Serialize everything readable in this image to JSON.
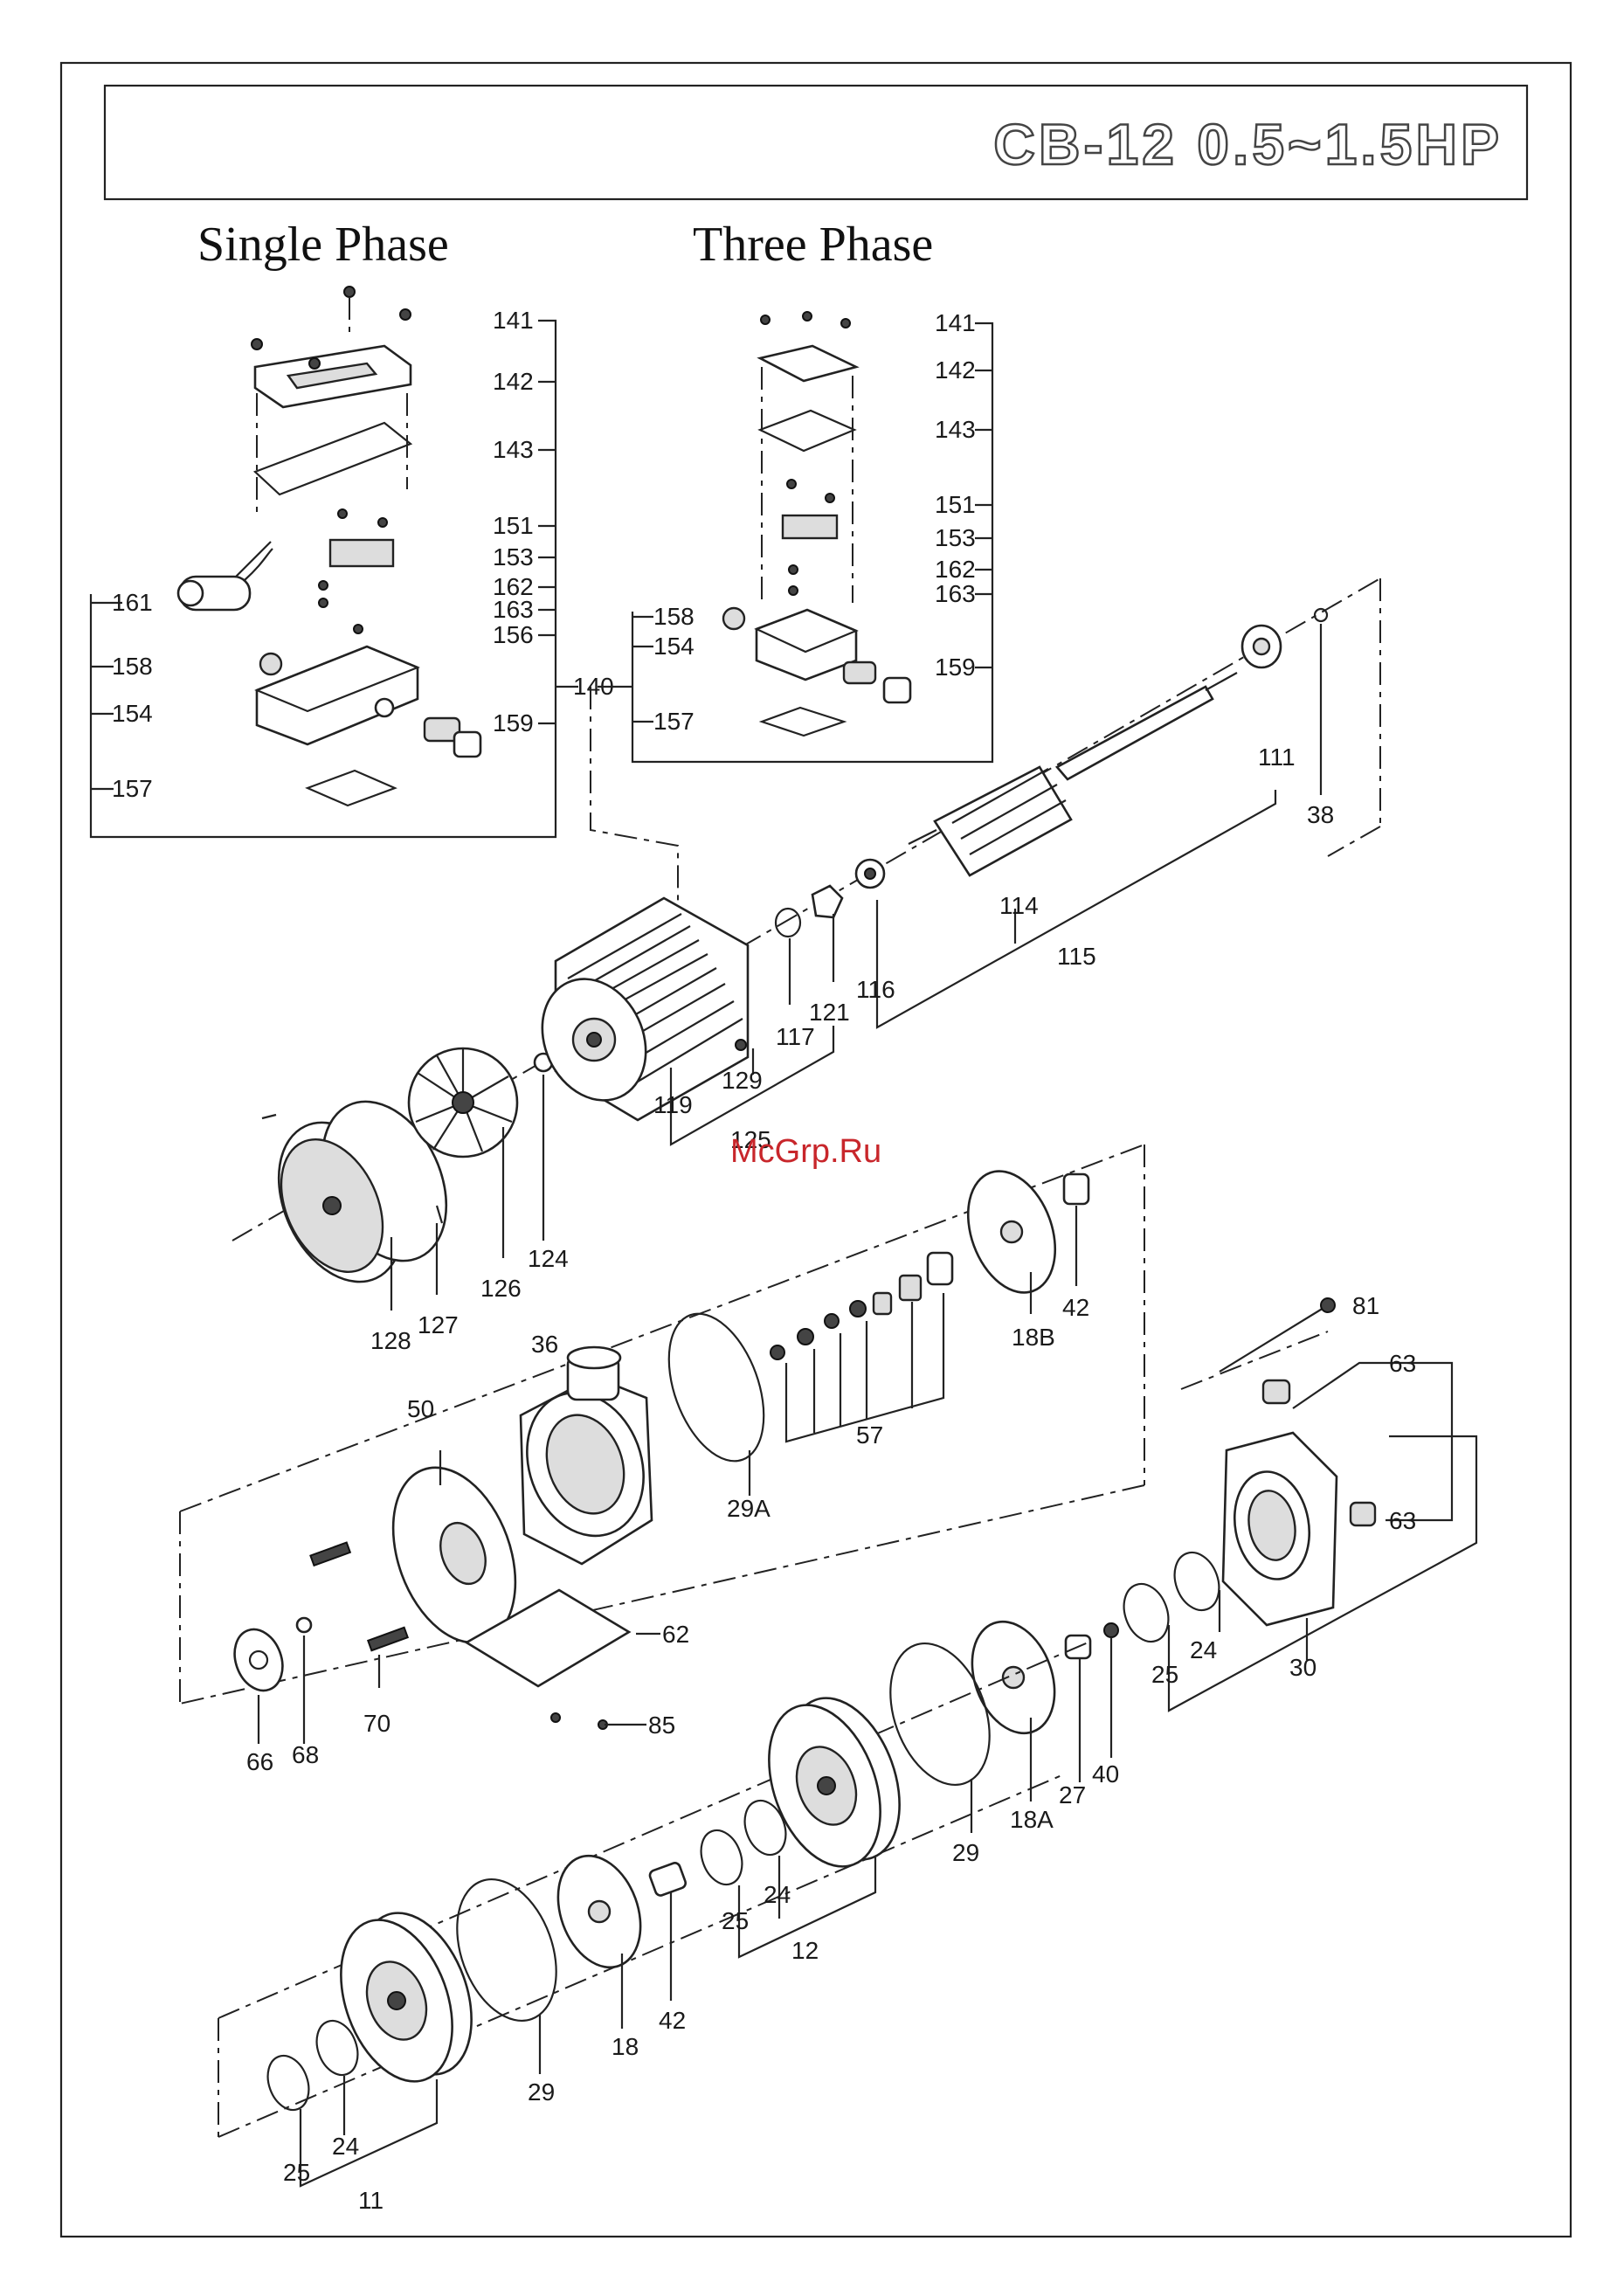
{
  "header": {
    "model": "CB-12  0.5~1.5HP"
  },
  "sections": {
    "single_phase": "Single Phase",
    "three_phase": "Three Phase"
  },
  "watermark": "McGrp.Ru",
  "callouts": {
    "single": [
      "141",
      "142",
      "143",
      "151",
      "153",
      "162",
      "163",
      "156",
      "161",
      "158",
      "154",
      "159",
      "157",
      "140"
    ],
    "three": [
      "141",
      "142",
      "143",
      "151",
      "153",
      "162",
      "163",
      "158",
      "154",
      "159",
      "157"
    ],
    "motor": [
      "111",
      "38",
      "114",
      "115",
      "116",
      "121",
      "117",
      "129",
      "119",
      "125",
      "124",
      "126",
      "127",
      "128"
    ],
    "seal": [
      "18B",
      "42",
      "57",
      "36",
      "29A",
      "50",
      "62",
      "85",
      "66",
      "68",
      "70",
      "81",
      "63",
      "63b",
      "30",
      "24",
      "25",
      "40",
      "27",
      "18A",
      "29",
      "12",
      "24b",
      "25b",
      "42b",
      "18",
      "29b",
      "24c",
      "25c",
      "11"
    ]
  },
  "labels": {
    "141": "141",
    "142": "142",
    "143": "143",
    "151": "151",
    "153": "153",
    "162": "162",
    "163": "163",
    "156": "156",
    "161": "161",
    "158": "158",
    "154": "154",
    "159": "159",
    "157": "157",
    "140": "140",
    "111": "111",
    "38": "38",
    "114": "114",
    "115": "115",
    "116": "116",
    "121": "121",
    "117": "117",
    "129": "129",
    "119": "119",
    "125": "125",
    "124": "124",
    "126": "126",
    "127": "127",
    "128": "128",
    "18B": "18B",
    "42": "42",
    "57": "57",
    "36": "36",
    "29A": "29A",
    "50": "50",
    "62": "62",
    "85": "85",
    "66": "66",
    "68": "68",
    "70": "70",
    "81": "81",
    "63": "63",
    "30": "30",
    "24": "24",
    "25": "25",
    "40": "40",
    "27": "27",
    "18A": "18A",
    "29": "29",
    "12": "12",
    "18": "18",
    "11": "11"
  }
}
